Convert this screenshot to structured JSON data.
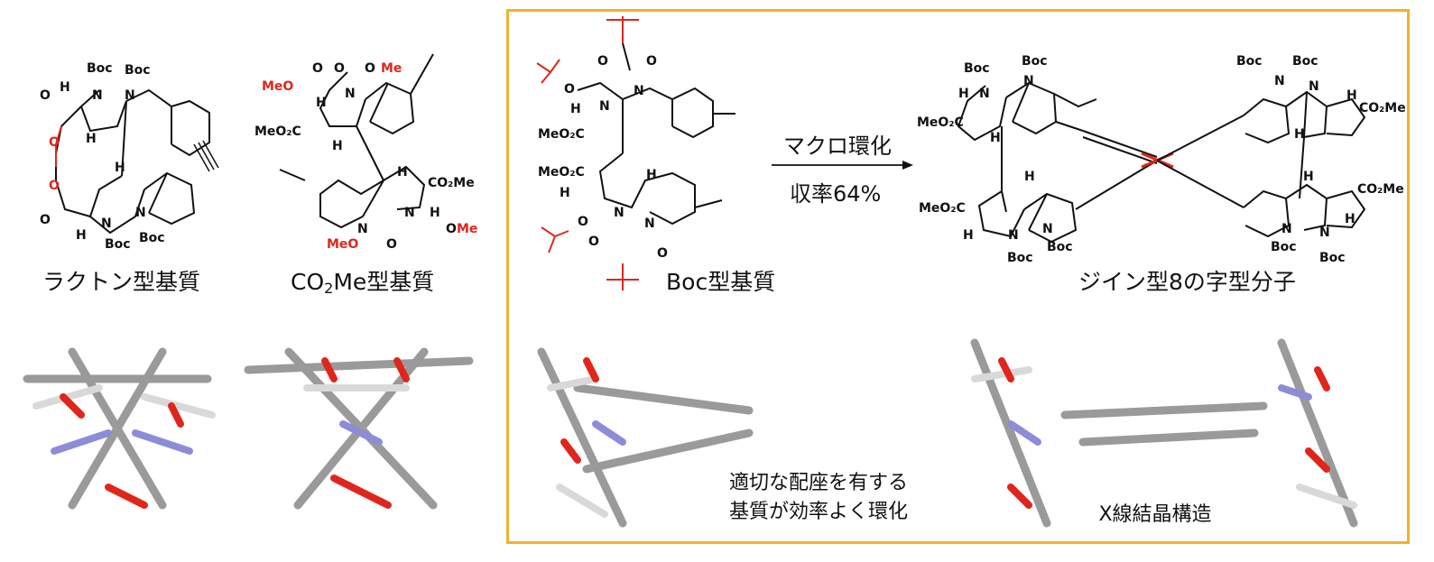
{
  "colors": {
    "frame": "#f0b429",
    "oxygen_red": "#e0261c",
    "bond": "#111111",
    "stick_gray": "#9a9a9a",
    "stick_light": "#d9d9d9",
    "stick_blue": "#8c8cd8"
  },
  "substrates": {
    "lactone": {
      "label": "ラクトン型基質"
    },
    "co2me": {
      "label_prefix": "CO",
      "label_sub": "2",
      "label_suffix": "Me型基質"
    },
    "boc": {
      "label": "Boc型基質"
    }
  },
  "product": {
    "label": "ジイン型8の字型分子"
  },
  "reaction": {
    "condition": "マクロ環化",
    "yield": "収率64%"
  },
  "notes": {
    "conformation_line1": "適切な配座を有する",
    "conformation_line2": "基質が効率よく環化",
    "xray": "X線結晶構造"
  },
  "atoms": {
    "boc": "Boc",
    "n": "N",
    "h": "H",
    "o": "O",
    "me": "Me",
    "meo": "MeO",
    "meo2c": "MeO₂C",
    "co2me": "CO₂Me"
  }
}
